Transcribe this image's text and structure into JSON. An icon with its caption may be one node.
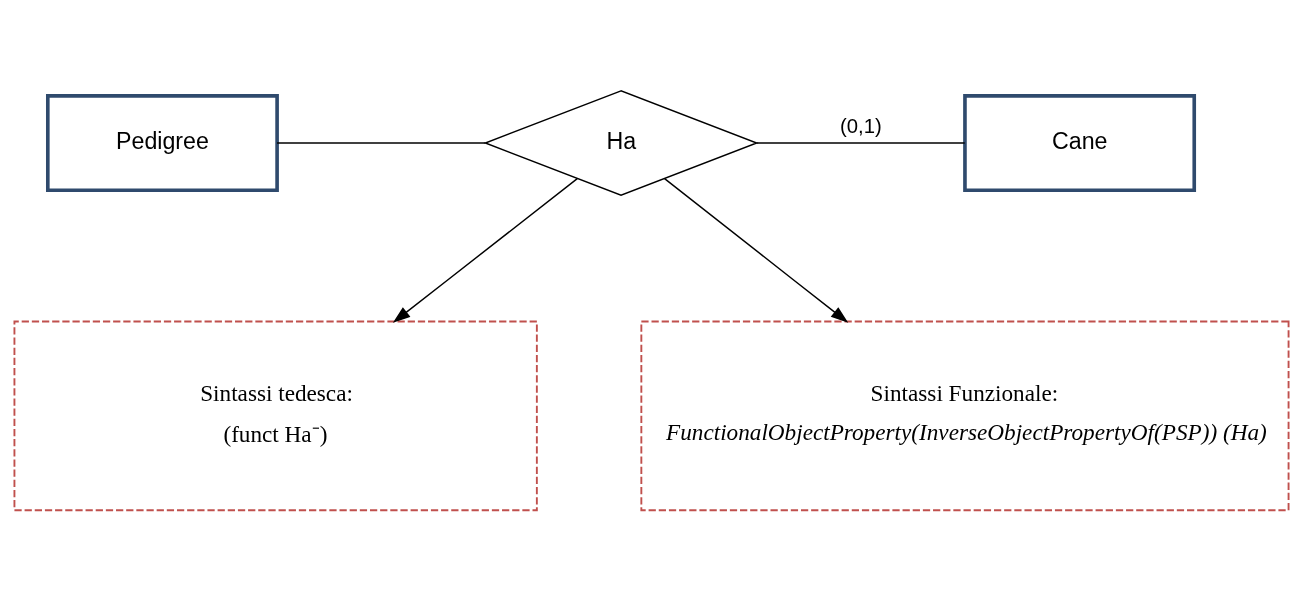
{
  "diagram": {
    "nodes": [
      {
        "text": [
          "Pedigree"
        ]
      },
      {
        "text": [
          "Ha"
        ]
      },
      {
        "text": [
          "Cane"
        ]
      },
      {
        "text": [
          "Sintassi tedesca:",
          "(funct Ha⁻)"
        ]
      },
      {
        "text": [
          "Sintassi Funzionale:",
          "FunctionalObjectProperty(InverseObjectPropertyOf(PSP)) (Ha)"
        ]
      }
    ],
    "edges": [
      {
        "from": 0,
        "to": 1,
        "arrow": "none"
      },
      {
        "from": 1,
        "to": 2,
        "arrow": "none",
        "label": "(0,1)"
      },
      {
        "from": 1,
        "to": 3,
        "arrow": "to"
      },
      {
        "from": 1,
        "to": 4,
        "arrow": "to"
      }
    ]
  }
}
